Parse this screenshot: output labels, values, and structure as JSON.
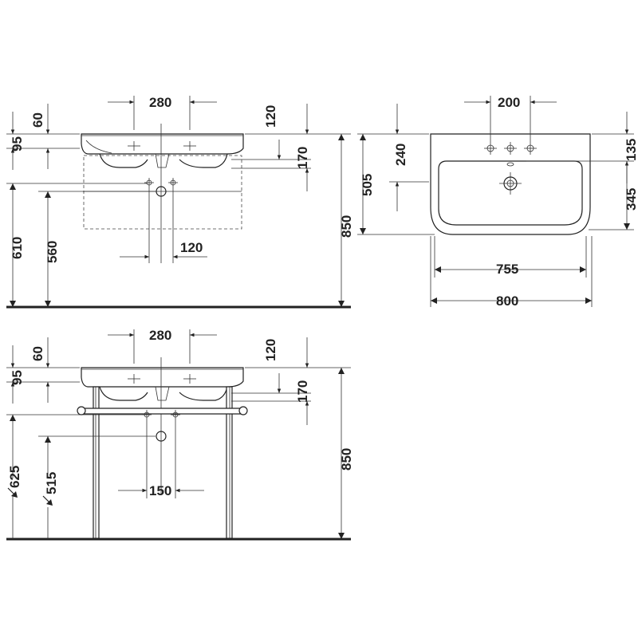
{
  "views": {
    "front_wall": {
      "top_width": "280",
      "top_rim": "60",
      "top_depth": "95",
      "outlet_height": "610",
      "trap_height": "560",
      "right_top": "120",
      "right_bowl": "170",
      "total_height": "850",
      "waste_offset": "120"
    },
    "plan": {
      "tap_spacing": "200",
      "front_depth": "240",
      "total_depth": "505",
      "rear_depth": "135",
      "bowl_depth": "345",
      "inner_width": "755",
      "total_width": "800"
    },
    "front_console": {
      "top_width": "280",
      "top_rim": "60",
      "top_depth": "95",
      "rail_height": "625",
      "trap_height": "515",
      "right_top": "120",
      "right_bowl": "170",
      "total_height": "850",
      "waste_spacing": "150"
    }
  }
}
